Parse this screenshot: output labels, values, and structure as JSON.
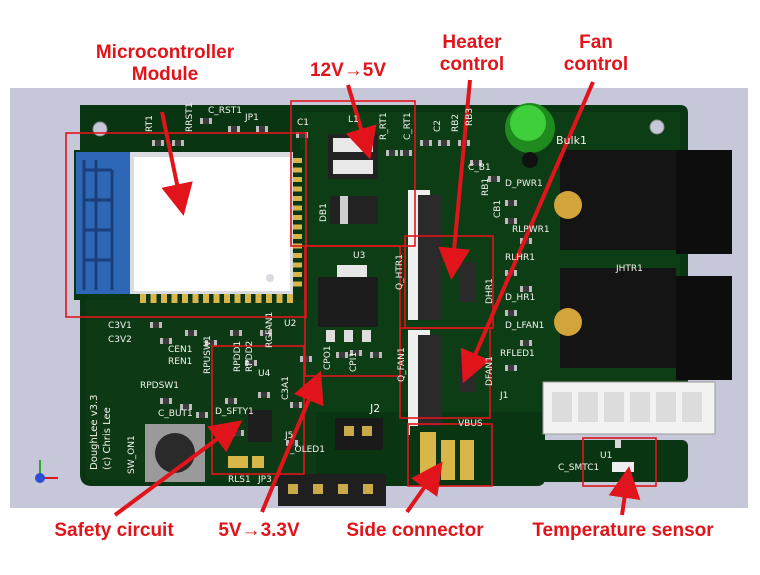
{
  "callouts": {
    "mcu": "Microcontroller\nModule",
    "buck": "12V→5V",
    "heater": "Heater\ncontrol",
    "fan": "Fan\ncontrol",
    "safety": "Safety circuit",
    "ldo": "5V→3.3V",
    "side": "Side connector",
    "temp": "Temperature sensor"
  },
  "board": {
    "version_text": "DoughLee v3.3",
    "copyright_text": "(c) Chris Lee",
    "designators": {
      "rt1": "RT1",
      "rrst1": "RRST1",
      "crst1": "C_RST1",
      "jp1": "JP1",
      "c1": "C1",
      "l1": "L1",
      "rrt1": "R_RT1",
      "crt1": "C_RT1",
      "c2": "C2",
      "rb2": "RB2",
      "rb3": "RB3",
      "bulk1": "Bulk1",
      "cb1": "C_B1",
      "rb1": "RB1",
      "dpwr1": "D_PWR1",
      "db1": "DB1",
      "cb1b": "CB1",
      "rlpwr1": "RLPWR1",
      "u3": "U3",
      "qhtr1": "Q_HTR1",
      "rlhr1": "RLHR1",
      "jhtr1": "JHTR1",
      "dhr1": "DHR1",
      "d_hr1": "D_HR1",
      "d_lfan1": "D_LFAN1",
      "c3v1": "C3V1",
      "c3v2": "C3V2",
      "u2": "U2",
      "rgfan1": "RGFAN1",
      "cen1": "CEN1",
      "ren1": "REN1",
      "rpusw1": "RPUSW1",
      "rpdd1": "RPDD1",
      "rpdd2": "RPDD2",
      "cpo1": "CPO1",
      "cpi1": "CPI1",
      "qfan1": "Q_FAN1",
      "dfan1": "DFAN1",
      "rfled1": "RFLED1",
      "rpdsw1": "RPDSW1",
      "u4": "U4",
      "c3a1": "C3A1",
      "j1": "J1",
      "cbut1": "C_BUT1",
      "dsfty1": "D_SFTY1",
      "j2": "J2",
      "vbus": "VBUS",
      "swon1": "SW_ON1",
      "j5": "J5",
      "oled1": "_OLED1",
      "rls1": "RLS1",
      "jp3": "JP3",
      "u1": "U1",
      "csmtc1": "C_SMTC1"
    }
  },
  "colors": {
    "background": "#c7c7da",
    "pcb": "#0a3512",
    "copper": "#11461c",
    "silkscreen": "#f4f4f0",
    "gold": "#d8b64a",
    "module_blue": "#2d67b5",
    "callout_red": "#e1141b"
  },
  "icons": {
    "axis_triad": "axis-triad-icon",
    "electrolytic_capacitor": "green-capacitor-icon"
  }
}
